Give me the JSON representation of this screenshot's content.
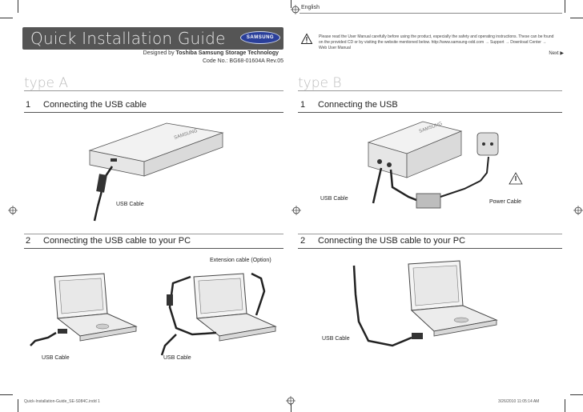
{
  "header": {
    "title": "Quick Installation Guide",
    "brand": "SAMSUNG",
    "designed_prefix": "Designed by ",
    "designed_by": "Toshiba Samsung Storage Technology",
    "code": "Code No.: BG68-01604A Rev.05"
  },
  "right_header": {
    "language": "English",
    "warning_text": "Please read the User Manual carefully before using the product, especially the safety and operating instructions. These can be found on the provided CD or by visiting the website mentioned below. http://www.samsung-odd.com → Support → Download Center → Web User Manual",
    "next": "Next ▶"
  },
  "type_a": {
    "heading": "type A",
    "step1": {
      "number": "1",
      "title": "Connecting the USB cable",
      "cable_label": "USB Cable"
    },
    "step2": {
      "number": "2",
      "title": "Connecting the USB cable to your PC",
      "extension_label": "Extension cable (Option)",
      "cable_label_left": "USB Cable",
      "cable_label_right": "USB Cable"
    }
  },
  "type_b": {
    "heading": "type B",
    "step1": {
      "number": "1",
      "title": "Connecting the USB",
      "cable_label": "USB Cable",
      "power_label": "Power Cable"
    },
    "step2": {
      "number": "2",
      "title": "Connecting the USB cable to your PC",
      "cable_label": "USB Cable"
    }
  },
  "footer": {
    "left": "Quick-Installation-Guide_SE-S084C.indd   1",
    "right": "3/26/2010   11:05:14 AM"
  }
}
